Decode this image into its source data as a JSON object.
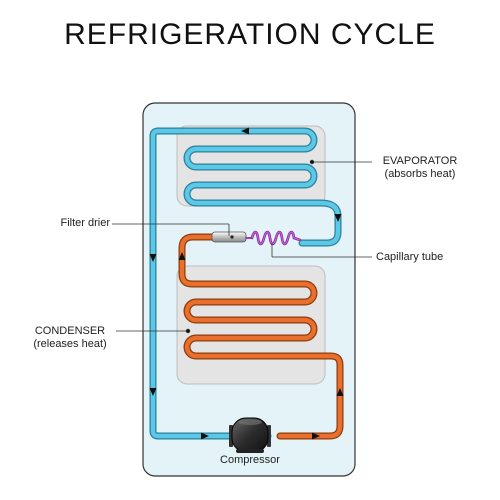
{
  "title": "REFRIGERATION CYCLE",
  "labels": {
    "evaporator": "EVAPORATOR",
    "evaporator_note": "(absorbs heat)",
    "filter_drier": "Filter drier",
    "capillary_tube": "Capillary tube",
    "condenser": "CONDENSER",
    "condenser_note": "(releases heat)",
    "compressor": "Compressor"
  },
  "colors": {
    "cold_line": "#5cc8e8",
    "hot_line": "#e8702c",
    "capillary": "#a23bb8",
    "cabinet": "#e3f3f8",
    "coil_panel": "#e4e4e4"
  }
}
